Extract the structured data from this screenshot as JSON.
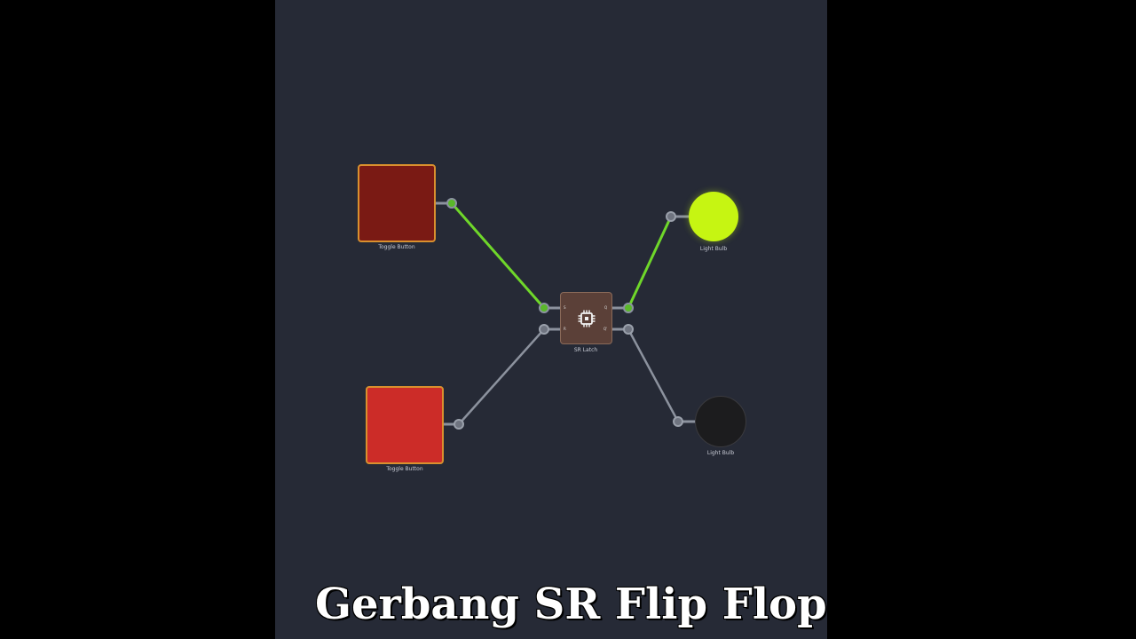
{
  "caption": "Gerbang SR Flip Flop",
  "nodes": {
    "toggle_top": {
      "label": "Toggle Button",
      "state": "off"
    },
    "toggle_bottom": {
      "label": "Toggle Button",
      "state": "on"
    },
    "gate": {
      "label": "SR Latch",
      "icon": "chip-icon",
      "inputs": [
        "S",
        "R"
      ],
      "outputs": [
        "Q",
        "Q'"
      ]
    },
    "bulb_top": {
      "label": "Light Bulb",
      "state": "on"
    },
    "bulb_bottom": {
      "label": "Light Bulb",
      "state": "off"
    }
  },
  "colors": {
    "canvas": "#262a36",
    "wire_active": "#6fd72a",
    "wire_inactive": "#8c929e",
    "bulb_on": "#c6f512",
    "toggle_border": "#d9902e"
  }
}
